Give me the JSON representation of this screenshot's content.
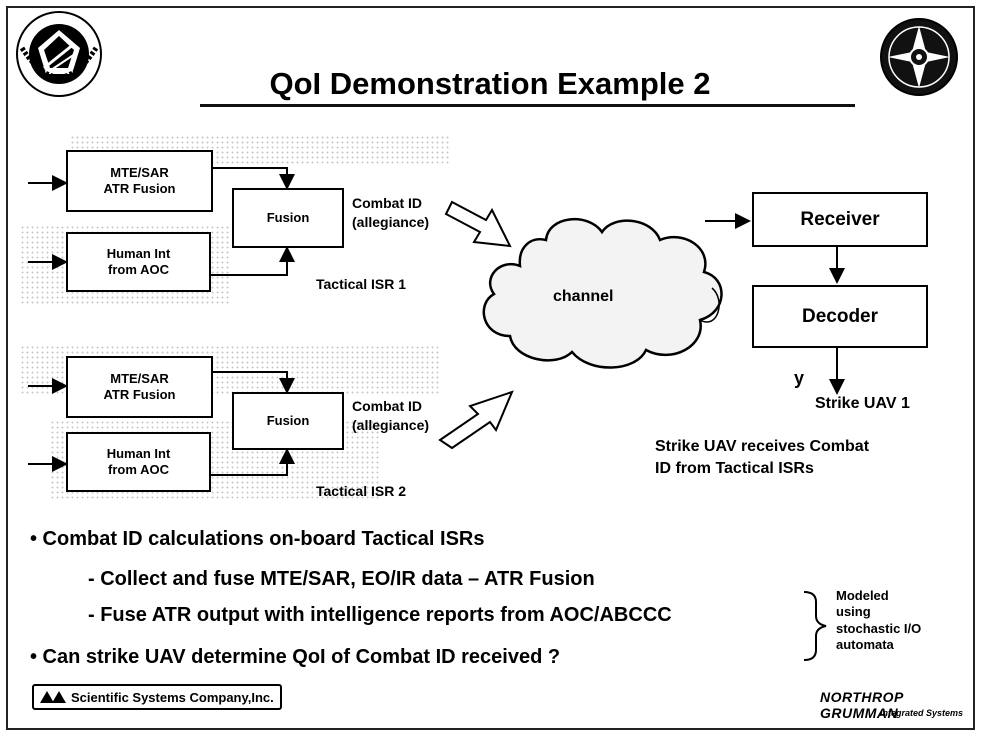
{
  "slide": {
    "title": "QoI Demonstration Example 2",
    "colors": {
      "ink": "#000000",
      "cloud_fill": "#f3f3f3",
      "frame": "#222222"
    },
    "logos": {
      "left": "Air Force Research Laboratory seal",
      "right": "emblem-icon"
    }
  },
  "diagram": {
    "upper": {
      "source1": "MTE/SAR\nATR Fusion",
      "source2": "Human Int\nfrom AOC",
      "fusion": "Fusion",
      "output_label": "Combat ID\n(allegiance)",
      "platform": "Tactical ISR 1"
    },
    "lower": {
      "source1": "MTE/SAR\nATR Fusion",
      "source2": "Human Int\nfrom AOC",
      "fusion": "Fusion",
      "output_label": "Combat ID\n(allegiance)",
      "platform": "Tactical ISR 2"
    },
    "channel": "channel",
    "receiver": "Receiver",
    "decoder": "Decoder",
    "output_var": "y",
    "target": "Strike UAV 1",
    "caption": "Strike UAV receives Combat\nID from Tactical ISRs"
  },
  "bullets": {
    "b1": "• Combat ID calculations on-board Tactical ISRs",
    "b1a": "- Collect and fuse MTE/SAR, EO/IR data  – ATR Fusion",
    "b1b": "- Fuse ATR output with intelligence reports from AOC/ABCCC",
    "b2": "• Can strike UAV determine QoI of Combat ID received ?",
    "brace_note": "Modeled\nusing\nstochastic I/O\nautomata"
  },
  "footer": {
    "left_logo_text": "Scientific Systems Company,Inc.",
    "right_logo_name": "NORTHROP GRUMMAN",
    "right_logo_sub": "Integrated Systems"
  }
}
